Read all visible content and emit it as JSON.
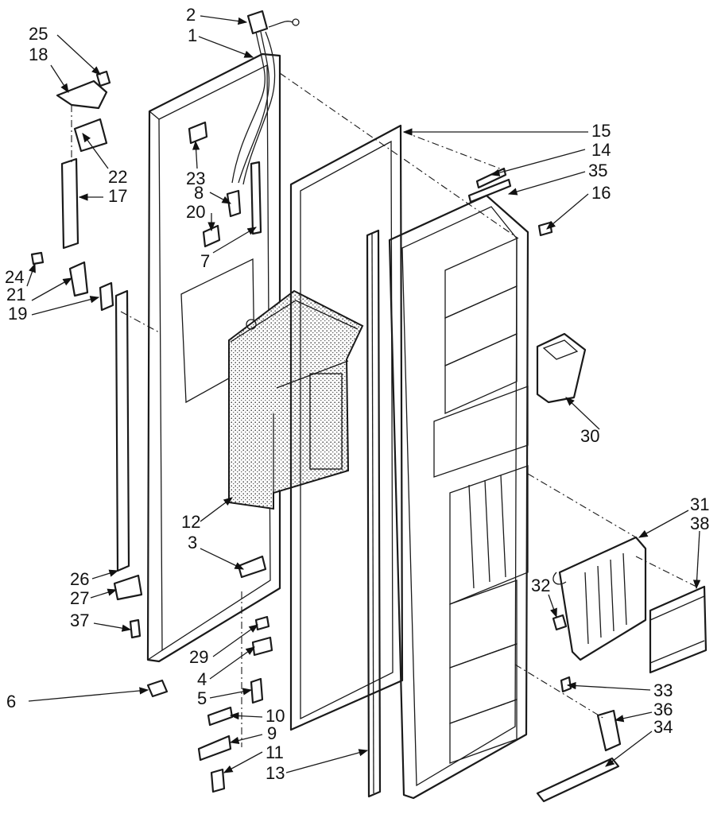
{
  "callouts": [
    {
      "id": "c1",
      "text": "1"
    },
    {
      "id": "c2",
      "text": "2"
    },
    {
      "id": "c3",
      "text": "3"
    },
    {
      "id": "c4",
      "text": "4"
    },
    {
      "id": "c5",
      "text": "5"
    },
    {
      "id": "c6",
      "text": "6"
    },
    {
      "id": "c7",
      "text": "7"
    },
    {
      "id": "c8",
      "text": "8"
    },
    {
      "id": "c9",
      "text": "9"
    },
    {
      "id": "c10",
      "text": "10"
    },
    {
      "id": "c11",
      "text": "11"
    },
    {
      "id": "c12",
      "text": "12"
    },
    {
      "id": "c13",
      "text": "13"
    },
    {
      "id": "c14",
      "text": "14"
    },
    {
      "id": "c15",
      "text": "15"
    },
    {
      "id": "c16",
      "text": "16"
    },
    {
      "id": "c17",
      "text": "17"
    },
    {
      "id": "c18",
      "text": "18"
    },
    {
      "id": "c19",
      "text": "19"
    },
    {
      "id": "c20",
      "text": "20"
    },
    {
      "id": "c21",
      "text": "21"
    },
    {
      "id": "c22",
      "text": "22"
    },
    {
      "id": "c23",
      "text": "23"
    },
    {
      "id": "c24",
      "text": "24"
    },
    {
      "id": "c25",
      "text": "25"
    },
    {
      "id": "c26",
      "text": "26"
    },
    {
      "id": "c27",
      "text": "27"
    },
    {
      "id": "c29",
      "text": "29"
    },
    {
      "id": "c30",
      "text": "30"
    },
    {
      "id": "c31",
      "text": "31"
    },
    {
      "id": "c32",
      "text": "32"
    },
    {
      "id": "c33",
      "text": "33"
    },
    {
      "id": "c34",
      "text": "34"
    },
    {
      "id": "c35",
      "text": "35"
    },
    {
      "id": "c36",
      "text": "36"
    },
    {
      "id": "c37",
      "text": "37"
    },
    {
      "id": "c38",
      "text": "38"
    }
  ]
}
